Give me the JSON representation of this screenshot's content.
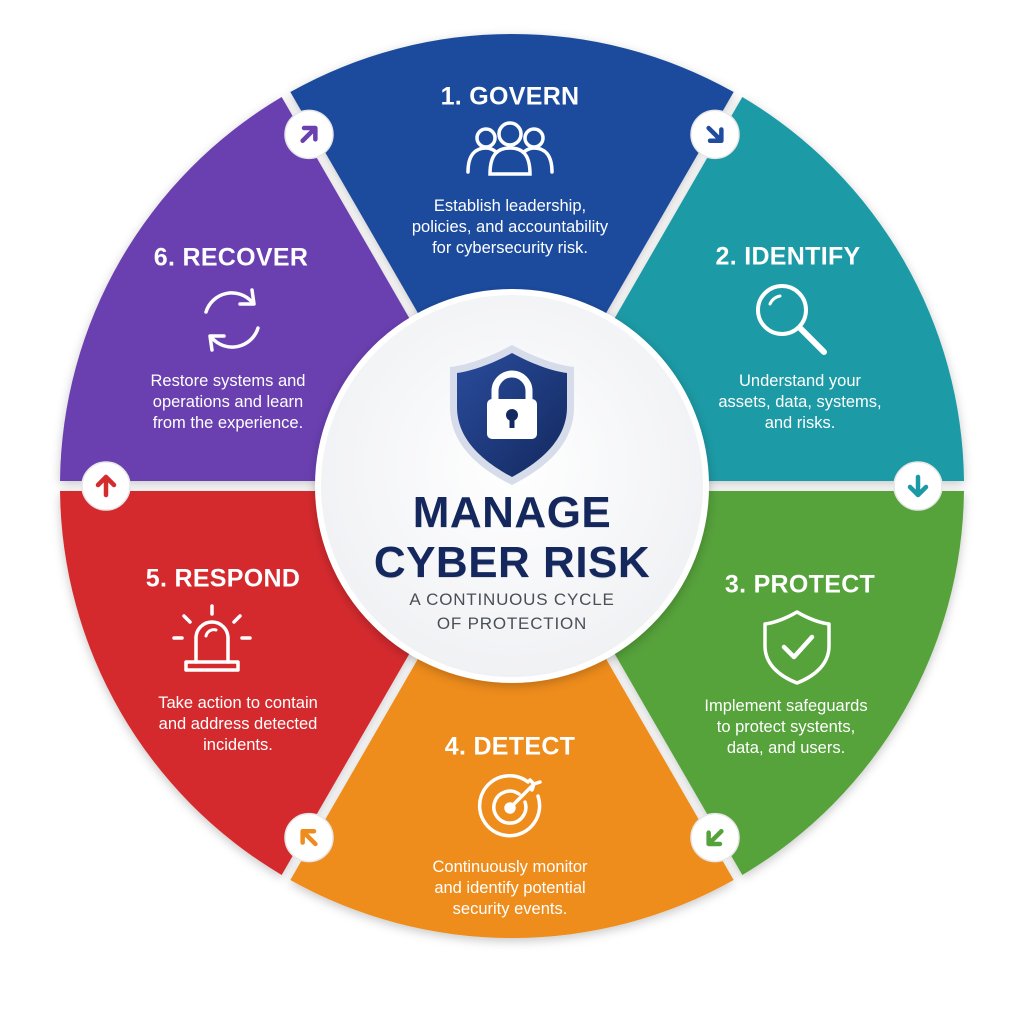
{
  "center": {
    "title_lines": [
      "MANAGE",
      "CYBER RISK"
    ],
    "subtitle_lines": [
      "A CONTINUOUS CYCLE",
      "OF PROTECTION"
    ],
    "shield_icon": "shield-lock-icon",
    "shield_color": "#1f3a82"
  },
  "segments": [
    {
      "id": "govern",
      "title": "1. GOVERN",
      "desc_lines": [
        "Establish leadership,",
        "policies, and accountability",
        "for cybersecurity risk."
      ],
      "icon": "people-group-icon",
      "color": "#1f4c9e"
    },
    {
      "id": "identify",
      "title": "2. IDENTIFY",
      "desc_lines": [
        "Understand your",
        "assets, data, systems,",
        "and risks."
      ],
      "icon": "magnifier-icon",
      "color": "#1a9aa5"
    },
    {
      "id": "protect",
      "title": "3. PROTECT",
      "desc_lines": [
        "Implement safeguards",
        "to protect systents,",
        "data, and users."
      ],
      "icon": "shield-check-icon",
      "color": "#56a23a"
    },
    {
      "id": "detect",
      "title": "4. DETECT",
      "desc_lines": [
        "Continuously monitor",
        "and identify potential",
        "security events."
      ],
      "icon": "target-icon",
      "color": "#ee8c1e"
    },
    {
      "id": "respond",
      "title": "5. RESPOND",
      "desc_lines": [
        "Take action to contain",
        "and address detected",
        "incidents."
      ],
      "icon": "alarm-siren-icon",
      "color": "#d42c2e"
    },
    {
      "id": "recover",
      "title": "6. RECOVER",
      "desc_lines": [
        "Restore systems and",
        "operations and learn",
        "from the experience."
      ],
      "icon": "cycle-arrows-icon",
      "color": "#6a3fb0"
    }
  ],
  "arrows": [
    {
      "icon": "arrow-up-right-icon",
      "color": "#6a3fb0"
    },
    {
      "icon": "arrow-down-right-icon",
      "color": "#1f4c9e"
    },
    {
      "icon": "arrow-down-icon",
      "color": "#1a9aa5"
    },
    {
      "icon": "arrow-down-left-icon",
      "color": "#56a23a"
    },
    {
      "icon": "arrow-up-left-icon",
      "color": "#ee8c1e"
    },
    {
      "icon": "arrow-up-icon",
      "color": "#d42c2e"
    }
  ]
}
